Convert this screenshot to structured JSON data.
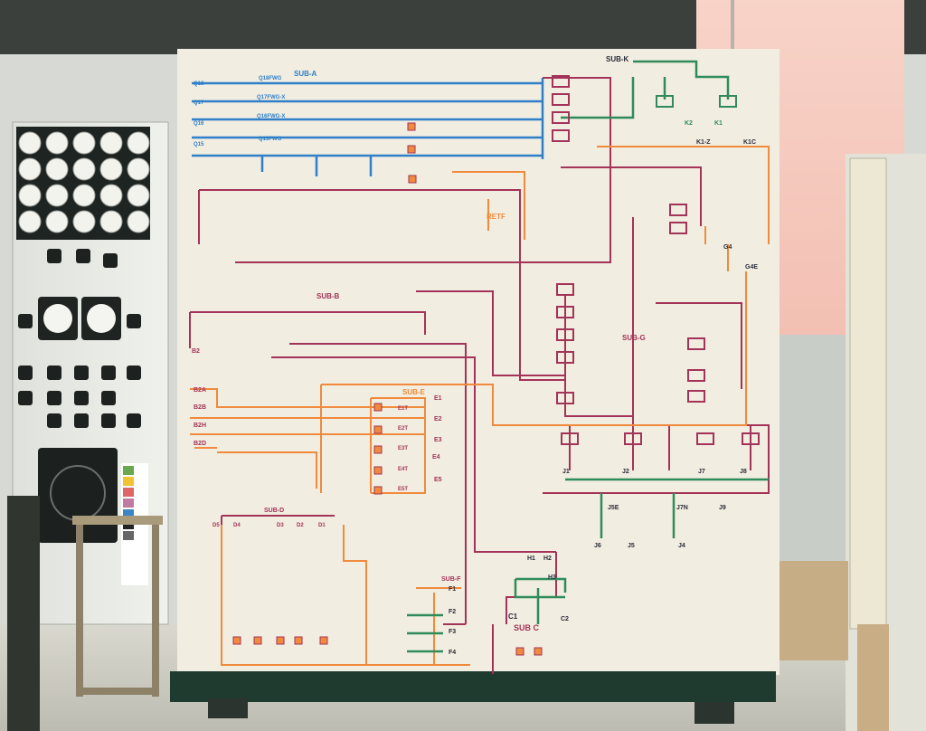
{
  "photo": {
    "subject": "electrical-distribution-mimic-board",
    "palette": {
      "board": "#f1ede0",
      "blue": "#2f7fc9",
      "maroon": "#a33358",
      "orange": "#f08a3c",
      "green": "#2f8c5a",
      "wall": "#dde0dd",
      "window": "#f6c9bf",
      "panel": "#e9ebe6",
      "floor": "#cfcfc6"
    }
  },
  "labels": {
    "sub_a": "SUB-A",
    "sub_k": "SUB-K",
    "sub_b": "SUB-B",
    "sub_e": "SUB-E",
    "sub_g": "SUB-G",
    "sub_d": "SUB-D",
    "sub_f": "SUB-F",
    "sub_c": "SUB C",
    "retf": "RETF",
    "q18": "Q18",
    "q17": "Q17",
    "q16": "Q16",
    "q15": "Q15",
    "q18fwg": "Q18FWG",
    "q17fwg": "Q17FWG-X",
    "q16fwg": "Q16FWG-X",
    "q15fwg": "Q15FWG",
    "k1": "K1",
    "k2": "K2",
    "k1z": "K1-Z",
    "k1c": "K1C",
    "g4": "G4",
    "g4e": "G4E",
    "b2": "B2",
    "b2a": "B2A",
    "b2b": "B2B",
    "b2h": "B2H",
    "b2d": "B2D",
    "e1": "E1",
    "e2": "E2",
    "e3": "E3",
    "e4": "E4",
    "e5": "E5",
    "e1t": "E1T",
    "e2t": "E2T",
    "e3t": "E3T",
    "e4t": "E4T",
    "e5t": "E5T",
    "j1": "J1",
    "j2": "J2",
    "j7": "J7",
    "j8": "J8",
    "j9": "J9",
    "j5e": "J5E",
    "j7n": "J7N",
    "j4": "J4",
    "j5": "J5",
    "j6": "J6",
    "h1": "H1",
    "h2": "H2",
    "h3": "H3",
    "f1": "F1",
    "f2": "F2",
    "f3": "F3",
    "f4": "F4",
    "c1": "C1",
    "c2": "C2",
    "d1": "D1",
    "d2": "D2",
    "d3": "D3",
    "d4": "D4",
    "d5": "D5"
  }
}
